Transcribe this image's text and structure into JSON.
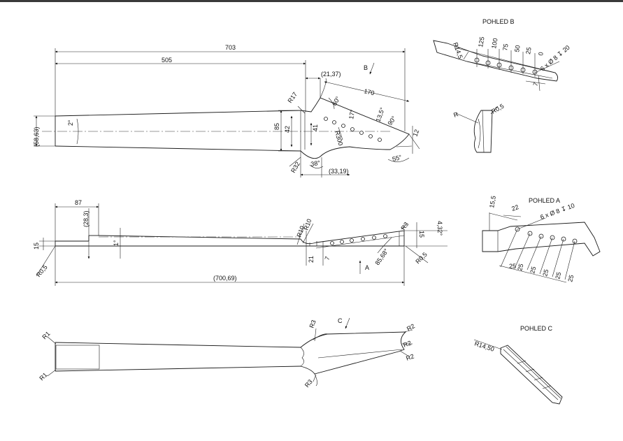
{
  "views": {
    "b_title": "POHLED B",
    "a_title": "POHLED A",
    "c_title": "POHLED C"
  },
  "top_view": {
    "d703": "703",
    "d505": "505",
    "d2137": "(21,37)",
    "d170": "170",
    "r17": "R17",
    "a60": "60°",
    "a17": "17°",
    "a135": "13,5°",
    "a90": "90°",
    "d12": "12",
    "d5863": "(58,63)",
    "a2": "2°",
    "d85": "85",
    "d42": "42",
    "d41": "41",
    "r300": "R300",
    "r32": "R32",
    "a38": "38°",
    "d3319": "(33,19)",
    "a55": "55°",
    "b_arrow": "B"
  },
  "side_view": {
    "d87": "87",
    "d283": "(28,3)",
    "a1": "1°",
    "r10a": "R10",
    "r10b": "R10",
    "r3": "R3",
    "d15a": "15",
    "a432": "4,32°",
    "d15b": "15",
    "r05a": "R0,5",
    "d21": "21",
    "d7": "7",
    "a_arrow": "A",
    "a8568": "85,68°",
    "r05b": "R0,5",
    "d70069": "(700,69)"
  },
  "bottom_view": {
    "r1a": "R1",
    "r1b": "R1",
    "r3a": "R3",
    "r3b": "R3",
    "c_arrow": "C",
    "r2a": "R2",
    "r2b": "R2",
    "r2c": "R2"
  },
  "view_b": {
    "r145": "R14,5",
    "t125": "125",
    "t100": "100",
    "t75": "75",
    "t50": "50",
    "t25": "25",
    "t0": "0",
    "holes": "6 x Ø 8 ↧ 20",
    "d7": "7"
  },
  "section_r": {
    "r": "R",
    "r05": "R0,5"
  },
  "view_a": {
    "d155": "15,5",
    "d22": "22",
    "holes": "6 x Ø 8 ↧ 10",
    "s1": "25",
    "s2": "25",
    "s3": "25",
    "s4": "25",
    "s5": "25",
    "s6": "25"
  },
  "view_c": {
    "r1450": "R14,50"
  }
}
